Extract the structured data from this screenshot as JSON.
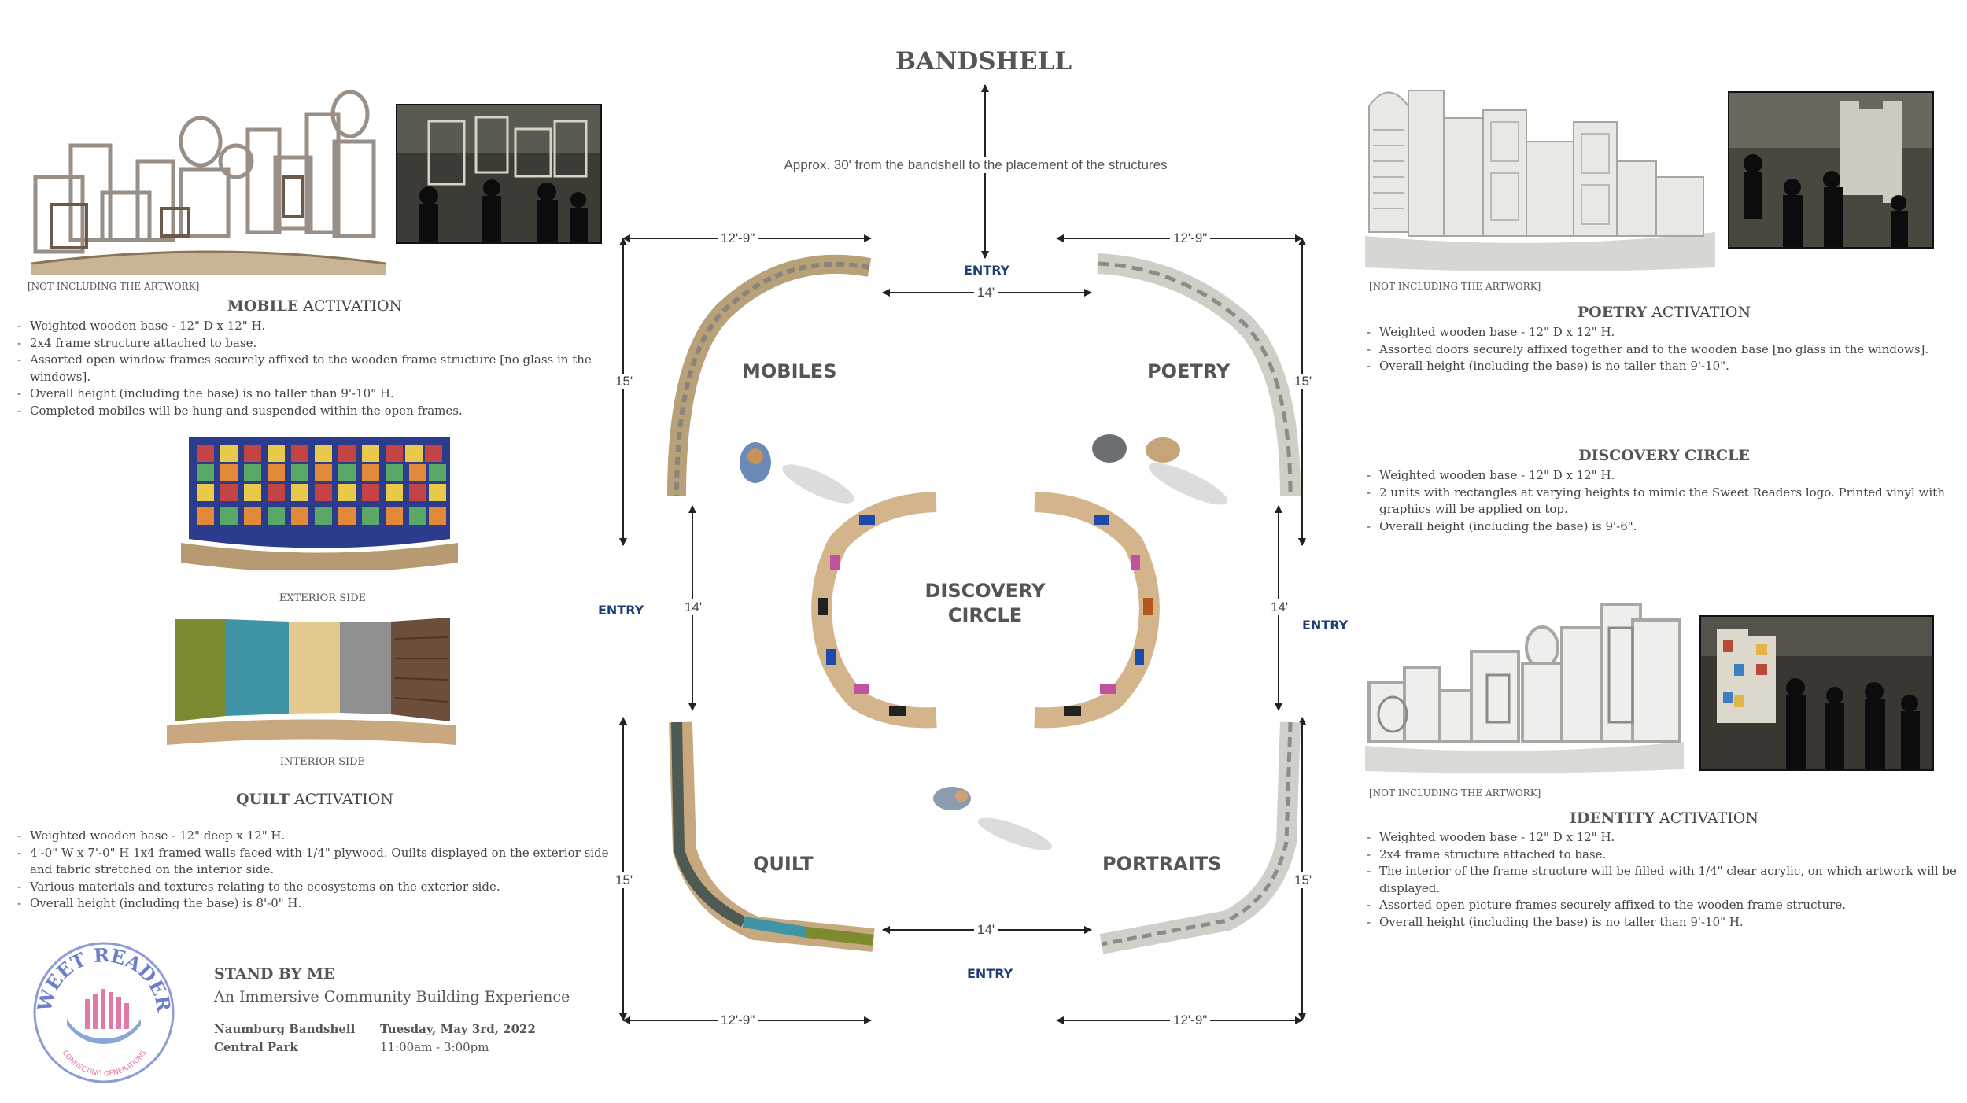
{
  "header": {
    "title": "BANDSHELL",
    "distance_note": "Approx. 30' from the bandshell to the placement of the structures"
  },
  "zones": {
    "mobiles": "MOBILES",
    "poetry": "POETRY",
    "quilt": "QUILT",
    "portraits": "PORTRAITS",
    "discovery_line1": "DISCOVERY",
    "discovery_line2": "CIRCLE"
  },
  "entries": {
    "top": "ENTRY",
    "left": "ENTRY",
    "right": "ENTRY",
    "bottom": "ENTRY"
  },
  "dimensions": {
    "top_left_width": "12'-9\"",
    "top_right_width": "12'-9\"",
    "bottom_left_width": "12'-9\"",
    "bottom_right_width": "12'-9\"",
    "top_gap": "14'",
    "bottom_gap": "14'",
    "left_gap": "14'",
    "right_gap": "14'",
    "left_top_height": "15'",
    "left_bottom_height": "15'",
    "right_top_height": "15'",
    "right_bottom_height": "15'"
  },
  "mobile": {
    "note": "[NOT INCLUDING THE ARTWORK]",
    "title_bold": "MOBILE",
    "title_rest": " ACTIVATION",
    "specs": [
      "Weighted wooden base - 12\" D x 12\" H.",
      "2x4 frame structure attached to base.",
      "Assorted open window frames securely affixed to the wooden frame structure [no glass in the windows].",
      "Overall height (including the base) is no taller than 9'-10\" H.",
      "Completed mobiles will be hung and suspended within the open frames."
    ]
  },
  "quilt": {
    "exterior_caption": "EXTERIOR SIDE",
    "interior_caption": "INTERIOR SIDE",
    "title_bold": "QUILT",
    "title_rest": " ACTIVATION",
    "specs": [
      "Weighted wooden base - 12\" deep x 12\" H.",
      "4'-0\" W x 7'-0\" H 1x4 framed walls faced with 1/4\" plywood. Quilts displayed on the exterior side and fabric stretched on the interior side.",
      "Various materials and textures relating to the ecosystems on the exterior side.",
      "Overall height (including the base) is 8'-0\" H."
    ]
  },
  "poetry": {
    "note": "[NOT INCLUDING THE ARTWORK]",
    "title_bold": "POETRY",
    "title_rest": " ACTIVATION",
    "specs": [
      "Weighted wooden base - 12\" D x 12\" H.",
      "Assorted doors securely affixed together and to the wooden base [no glass in the windows].",
      "Overall height (including the base) is no taller than 9'-10\"."
    ]
  },
  "discovery": {
    "title": "DISCOVERY CIRCLE",
    "specs": [
      "Weighted wooden base - 12\" D x 12\" H.",
      "2 units with rectangles at varying heights to mimic the Sweet Readers logo. Printed vinyl with graphics will be applied on top.",
      "Overall height (including the base) is 9'-6\"."
    ]
  },
  "identity": {
    "note": "[NOT INCLUDING THE ARTWORK]",
    "title_bold": "IDENTITY",
    "title_rest": " ACTIVATION",
    "specs": [
      "Weighted wooden base - 12\" D x 12\" H.",
      "2x4 frame structure attached to base.",
      "The interior of the frame structure will be filled with 1/4\" clear acrylic, on which artwork will be displayed.",
      "Assorted open picture frames securely affixed to the wooden frame structure.",
      "Overall height (including the base) is no taller than 9'-10\" H."
    ]
  },
  "footer": {
    "logo_text": "SWEET READERS",
    "logo_subtext": "CONNECTING GENERATIONS",
    "title": "STAND BY ME",
    "subtitle": "An Immersive Community Building Experience",
    "venue_line1": "Naumburg Bandshell",
    "venue_line2": "Central Park",
    "date": "Tuesday, May 3rd, 2022",
    "time": "11:00am - 3:00pm"
  },
  "colors": {
    "entry_blue": "#1f3f72",
    "logo_blue": "#6a7fc8",
    "logo_pink": "#e07aa8"
  }
}
